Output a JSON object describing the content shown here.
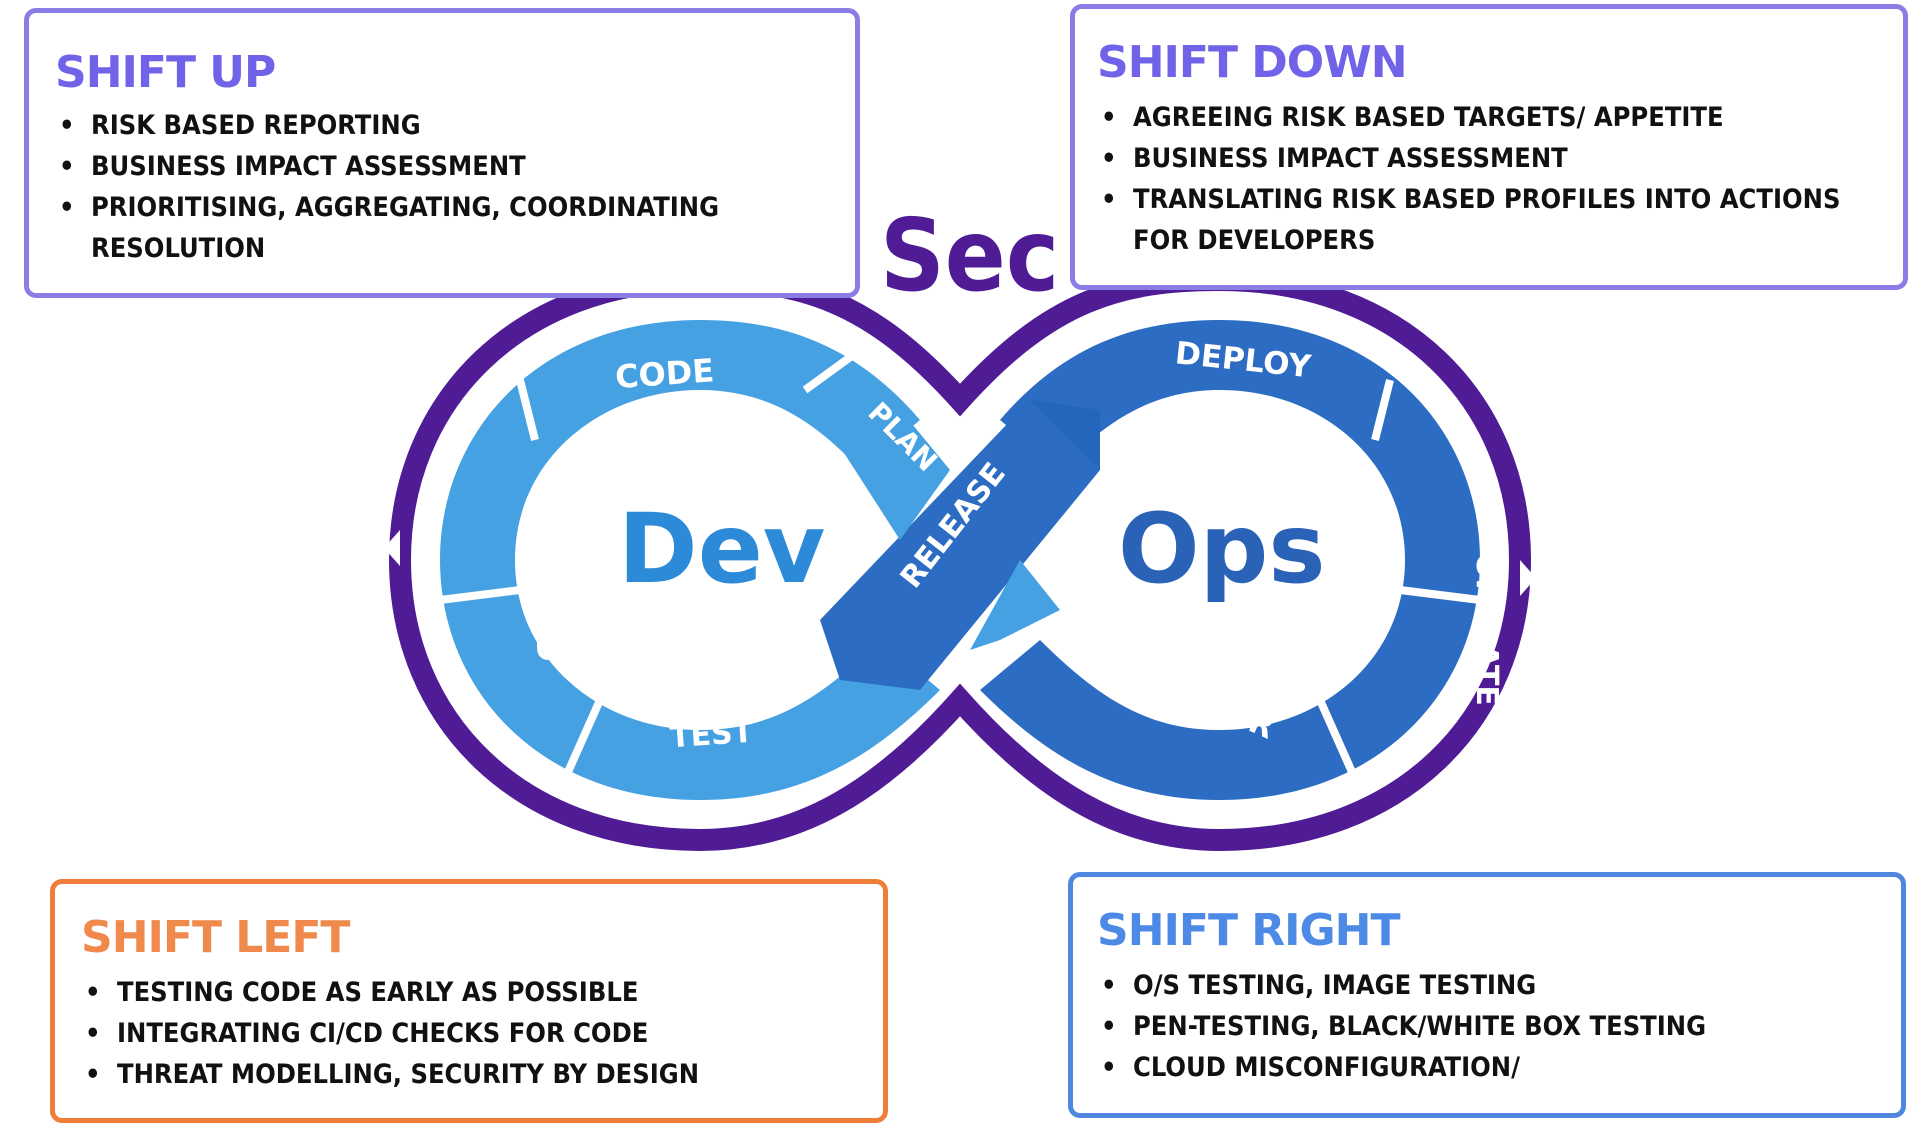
{
  "diagram": {
    "sec_label": "Sec",
    "dev_label": "Dev",
    "ops_label": "Ops",
    "stages": {
      "plan": "PLAN",
      "code": "CODE",
      "build": "BUILD",
      "test": "TEST",
      "release": "RELEASE",
      "deploy": "DEPLOY",
      "operate": "OPERATE",
      "monitor": "MONITOR"
    },
    "colors": {
      "outer_ring": "#4f1c96",
      "dev_arrows": "#46a1e3",
      "ops_arrows": "#2c6cc2",
      "dev_text": "#2d8ad8",
      "ops_text": "#2a62b8"
    }
  },
  "boxes": {
    "shift_up": {
      "title": "SHIFT UP",
      "items": [
        "RISK BASED REPORTING",
        "BUSINESS IMPACT ASSESSMENT",
        "PRIORITISING, AGGREGATING, COORDINATING",
        "RESOLUTION"
      ]
    },
    "shift_down": {
      "title": "SHIFT DOWN",
      "items": [
        "AGREEING RISK BASED TARGETS/ APPETITE",
        "BUSINESS IMPACT ASSESSMENT",
        "TRANSLATING RISK BASED PROFILES INTO ACTIONS",
        "FOR DEVELOPERS"
      ]
    },
    "shift_left": {
      "title": "SHIFT LEFT",
      "items": [
        "TESTING CODE AS EARLY AS POSSIBLE",
        "INTEGRATING CI/CD CHECKS FOR CODE",
        "THREAT MODELLING, SECURITY BY DESIGN"
      ]
    },
    "shift_right": {
      "title": "SHIFT RIGHT",
      "items": [
        "O/S TESTING, IMAGE TESTING",
        "PEN-TESTING, BLACK/WHITE BOX TESTING",
        "CLOUD MISCONFIGURATION/"
      ]
    }
  }
}
